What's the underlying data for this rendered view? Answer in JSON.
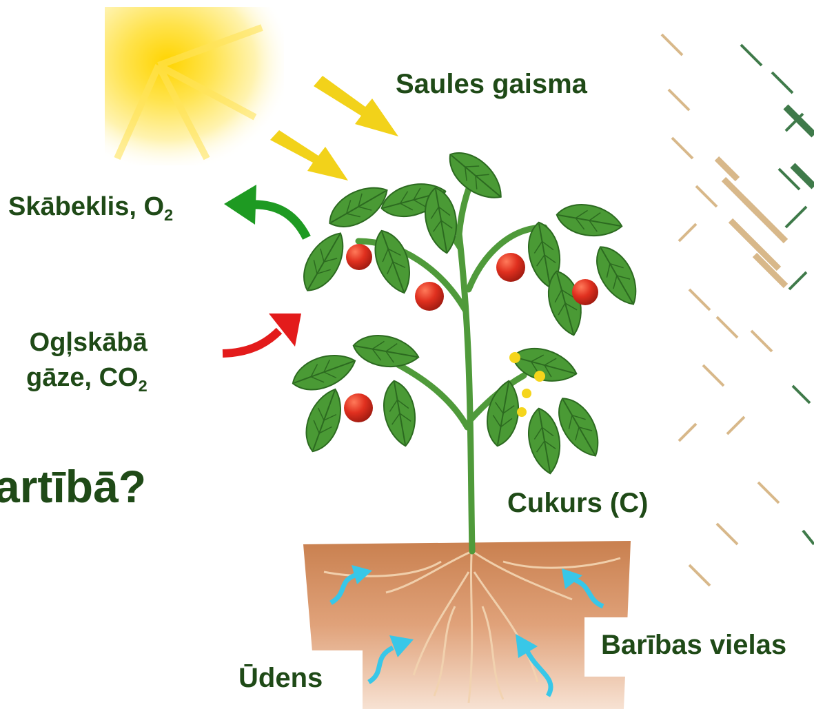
{
  "diagram": {
    "labels": {
      "sunlight": "Saules gaisma",
      "oxygen_text": "Skābeklis, O",
      "oxygen_sub": "2",
      "co2_line1": "Ogļskābā",
      "co2_line2_text": "gāze, CO",
      "co2_sub": "2",
      "sugar": "Cukurs (C)",
      "water": "Ūdens",
      "nutrients": "Barības vielas"
    },
    "question_fragment": "artībā?",
    "colors": {
      "label_text": "#1f4a17",
      "oxygen_arrow": "#1e9a22",
      "co2_arrow": "#e31b1b",
      "sun_arrow": "#f2d21a",
      "water_arrow": "#38c7e8",
      "soil": "#d9926a",
      "leaf": "#3f8f2f",
      "tomato": "#d82a1f",
      "decor_stripes": [
        "#d8b88a",
        "#3f7a4a"
      ]
    },
    "icons": [
      "sun-icon",
      "plant-illustration",
      "tomato-icon",
      "flower-icon",
      "roots-icon"
    ]
  }
}
